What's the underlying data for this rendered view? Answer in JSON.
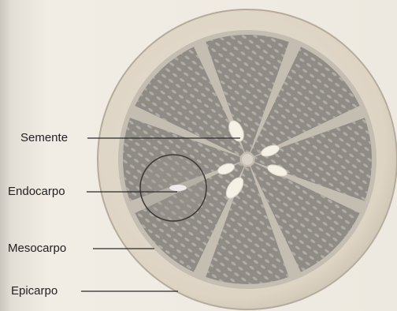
{
  "labels": {
    "semente": "Semente",
    "endocarpo": "Endocarpo",
    "mesocarpo": "Mesocarpo",
    "epicarpo": "Epicarpo"
  },
  "colors": {
    "background": "#eee9e0",
    "rind": "#ddd5c6",
    "pith": "#bfb8ae",
    "segment": "#8f8b85",
    "vesicle": "#b5b0a8",
    "seed": "#f6f1e6",
    "leader_line": "#2a2a2a"
  },
  "segment_count": 8
}
